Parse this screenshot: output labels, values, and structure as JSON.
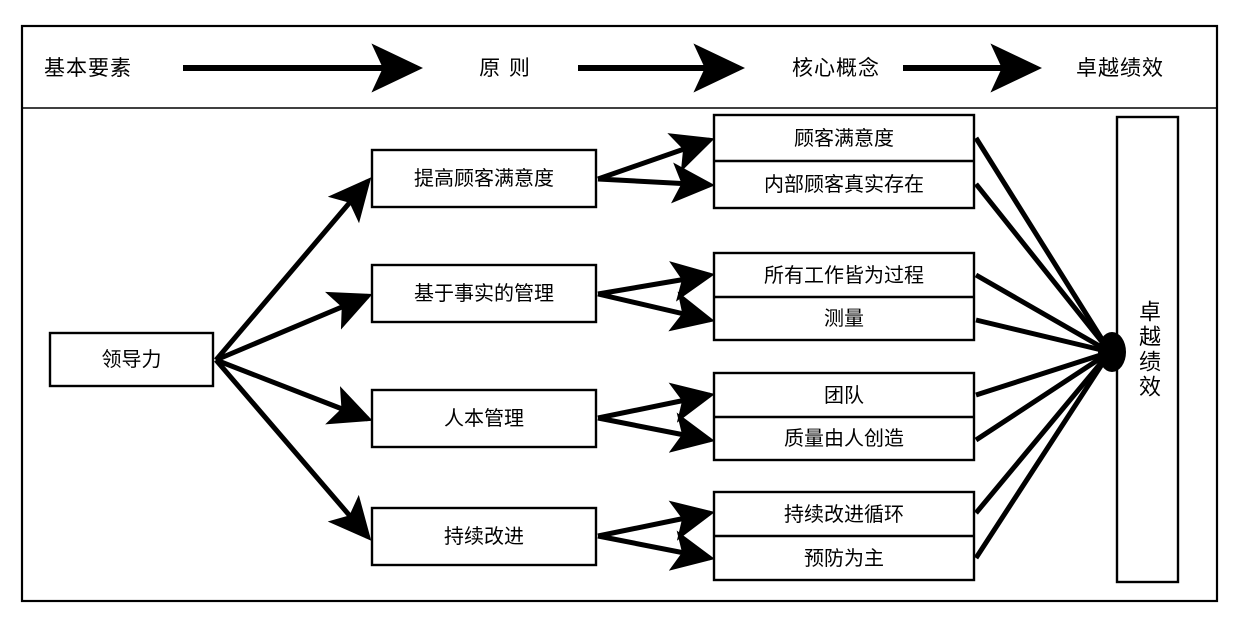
{
  "diagram": {
    "title_row": {
      "stages": [
        {
          "id": "basic-elements",
          "label": "基本要素"
        },
        {
          "id": "principles",
          "label": "原  则"
        },
        {
          "id": "core-concepts",
          "label": "核心概念"
        },
        {
          "id": "excellent-performance",
          "label": "卓越绩效"
        }
      ],
      "connector": "arrow-right"
    },
    "root": {
      "id": "leadership",
      "label": "领导力"
    },
    "principles": [
      {
        "id": "improve-customer-satisfaction",
        "label": "提高顾客满意度"
      },
      {
        "id": "fact-based-management",
        "label": "基于事实的管理"
      },
      {
        "id": "people-oriented-management",
        "label": "人本管理"
      },
      {
        "id": "continuous-improvement",
        "label": "持续改进"
      }
    ],
    "concept_groups": [
      {
        "id": "customer-concepts",
        "rows": [
          {
            "id": "customer-satisfaction",
            "label": "顾客满意度"
          },
          {
            "id": "internal-customer-exists",
            "label": "内部顾客真实存在"
          }
        ]
      },
      {
        "id": "process-concepts",
        "rows": [
          {
            "id": "all-work-is-process",
            "label": "所有工作皆为过程"
          },
          {
            "id": "measurement",
            "label": "测量"
          }
        ]
      },
      {
        "id": "people-concepts",
        "rows": [
          {
            "id": "team",
            "label": "团队"
          },
          {
            "id": "quality-created-by-people",
            "label": "质量由人创造"
          }
        ]
      },
      {
        "id": "improvement-concepts",
        "rows": [
          {
            "id": "continuous-improvement-cycle",
            "label": "持续改进循环"
          },
          {
            "id": "prevention-first",
            "label": "预防为主"
          }
        ]
      }
    ],
    "outcome": {
      "id": "excellent-performance-box",
      "label": "卓越绩效"
    },
    "colors": {
      "stroke": "#000000",
      "fill": "#ffffff",
      "background": "#ffffff"
    }
  }
}
